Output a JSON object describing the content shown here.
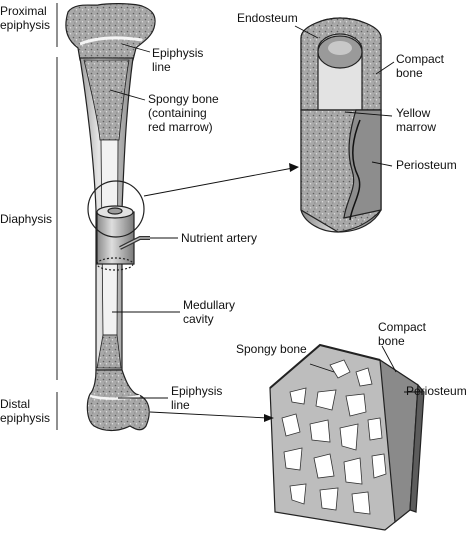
{
  "regions": {
    "proximal_epiphysis": [
      "Proximal",
      "epiphysis"
    ],
    "diaphysis": "Diaphysis",
    "distal_epiphysis": [
      "Distal",
      "epiphysis"
    ]
  },
  "labels": {
    "epiphysis_line_top": [
      "Epiphysis",
      "line"
    ],
    "spongy_bone_top": [
      "Spongy bone",
      "(containing",
      "red marrow)"
    ],
    "nutrient_artery": "Nutrient artery",
    "medullary_cavity": [
      "Medullary",
      "cavity"
    ],
    "epiphysis_line_bottom": [
      "Epiphysis",
      "line"
    ],
    "endosteum": "Endosteum",
    "compact_bone_top": [
      "Compact",
      "bone"
    ],
    "yellow_marrow": [
      "Yellow",
      "marrow"
    ],
    "periosteum_top": "Periosteum",
    "spongy_bone_bottom": "Spongy bone",
    "compact_bone_bottom": [
      "Compact",
      "bone"
    ],
    "periosteum_bottom": "Periosteum"
  },
  "colors": {
    "bone_fill": "#cfcfcf",
    "spongy_fill": "#9a9a9a",
    "cavity_fill": "#f2f2f2",
    "outline": "#222222"
  }
}
